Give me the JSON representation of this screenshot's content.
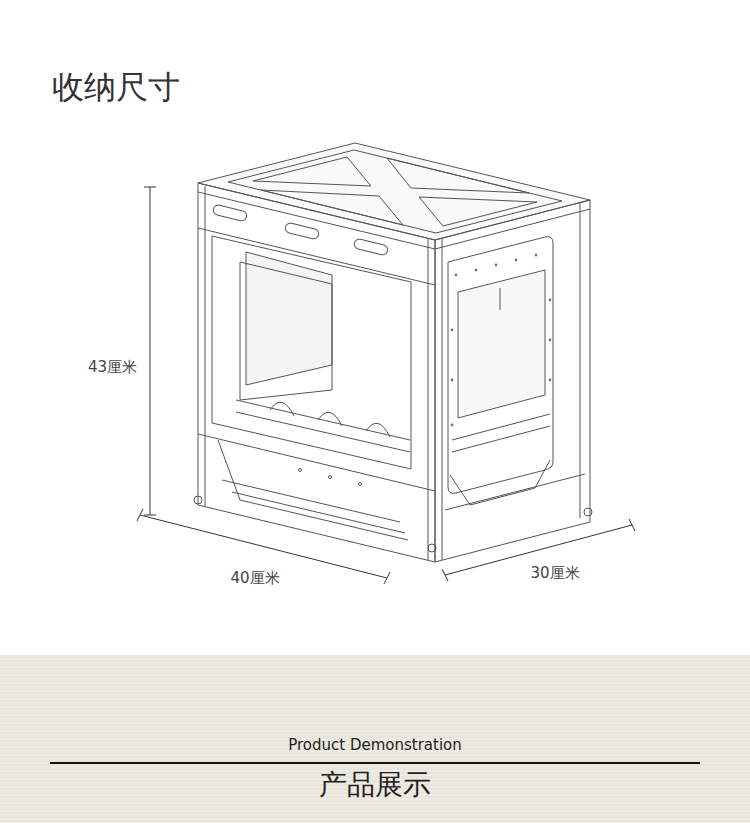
{
  "diagram": {
    "title": "收纳尺寸",
    "labels": [
      "43厘米",
      "40厘米",
      "30厘米",
      "Product Demonstration",
      "产品展示"
    ]
  }
}
